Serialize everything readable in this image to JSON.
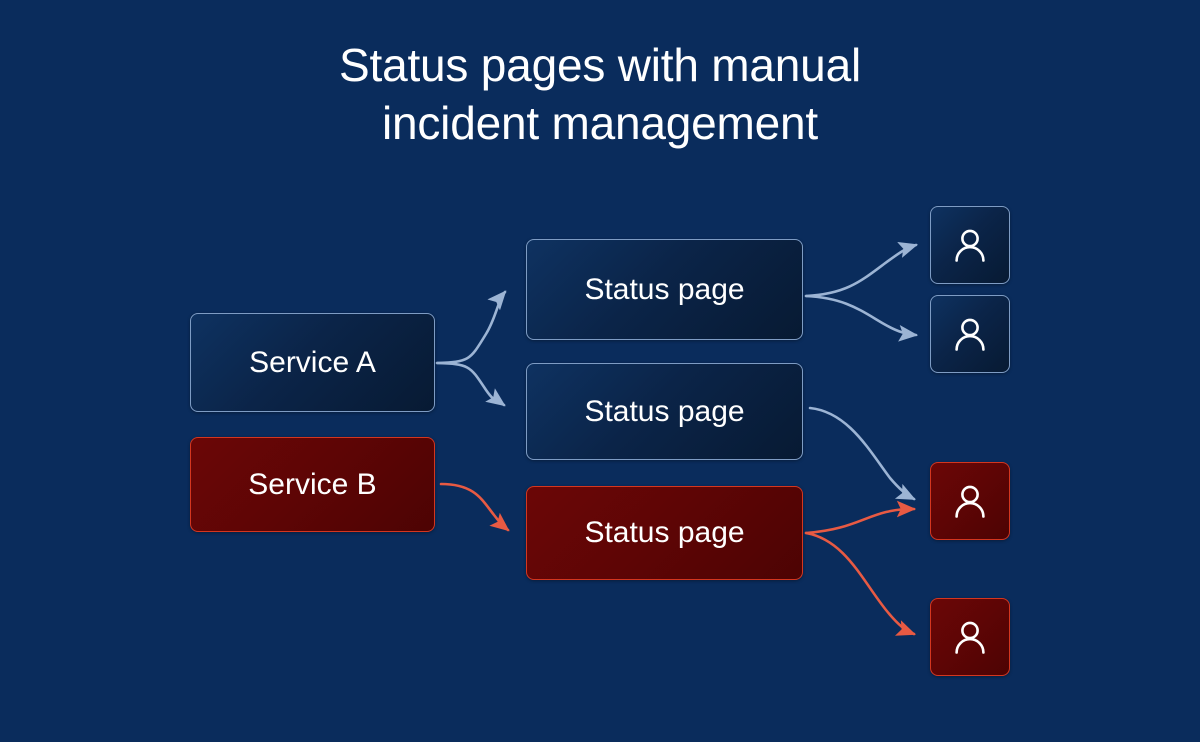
{
  "title": {
    "line1": "Status pages with manual",
    "line2": "incident management"
  },
  "colors": {
    "background": "#0a2c5c",
    "node_blue_border": "#7e9cc4",
    "node_blue_fill": "#0b2448",
    "node_red_border": "#d4361f",
    "node_red_fill": "#5d0505",
    "arrow_blue": "#9cb4d4",
    "arrow_red": "#e85a43",
    "text": "#ffffff"
  },
  "nodes": {
    "services": [
      {
        "id": "service-a",
        "label": "Service A",
        "state": "healthy"
      },
      {
        "id": "service-b",
        "label": "Service B",
        "state": "incident"
      }
    ],
    "status_pages": [
      {
        "id": "status-page-1",
        "label": "Status page",
        "state": "healthy"
      },
      {
        "id": "status-page-2",
        "label": "Status page",
        "state": "healthy"
      },
      {
        "id": "status-page-3",
        "label": "Status page",
        "state": "incident"
      }
    ],
    "users": [
      {
        "id": "user-1",
        "icon": "person-icon",
        "state": "healthy"
      },
      {
        "id": "user-2",
        "icon": "person-icon",
        "state": "healthy"
      },
      {
        "id": "user-3",
        "icon": "person-icon",
        "state": "incident"
      },
      {
        "id": "user-4",
        "icon": "person-icon",
        "state": "incident"
      }
    ]
  },
  "edges": [
    {
      "id": "edge-service-a-to-status-page-1",
      "from": "service-a",
      "to": "status-page-1",
      "color": "blue"
    },
    {
      "id": "edge-service-a-to-status-page-2",
      "from": "service-a",
      "to": "status-page-2",
      "color": "blue"
    },
    {
      "id": "edge-service-b-to-status-page-3",
      "from": "service-b",
      "to": "status-page-3",
      "color": "red"
    },
    {
      "id": "edge-status-page-1-to-user-1",
      "from": "status-page-1",
      "to": "user-1",
      "color": "blue"
    },
    {
      "id": "edge-status-page-1-to-user-2",
      "from": "status-page-1",
      "to": "user-2",
      "color": "blue"
    },
    {
      "id": "edge-status-page-2-to-user-3",
      "from": "status-page-2",
      "to": "user-3",
      "color": "blue"
    },
    {
      "id": "edge-status-page-3-to-user-3",
      "from": "status-page-3",
      "to": "user-3",
      "color": "red"
    },
    {
      "id": "edge-status-page-3-to-user-4",
      "from": "status-page-3",
      "to": "user-4",
      "color": "red"
    }
  ]
}
